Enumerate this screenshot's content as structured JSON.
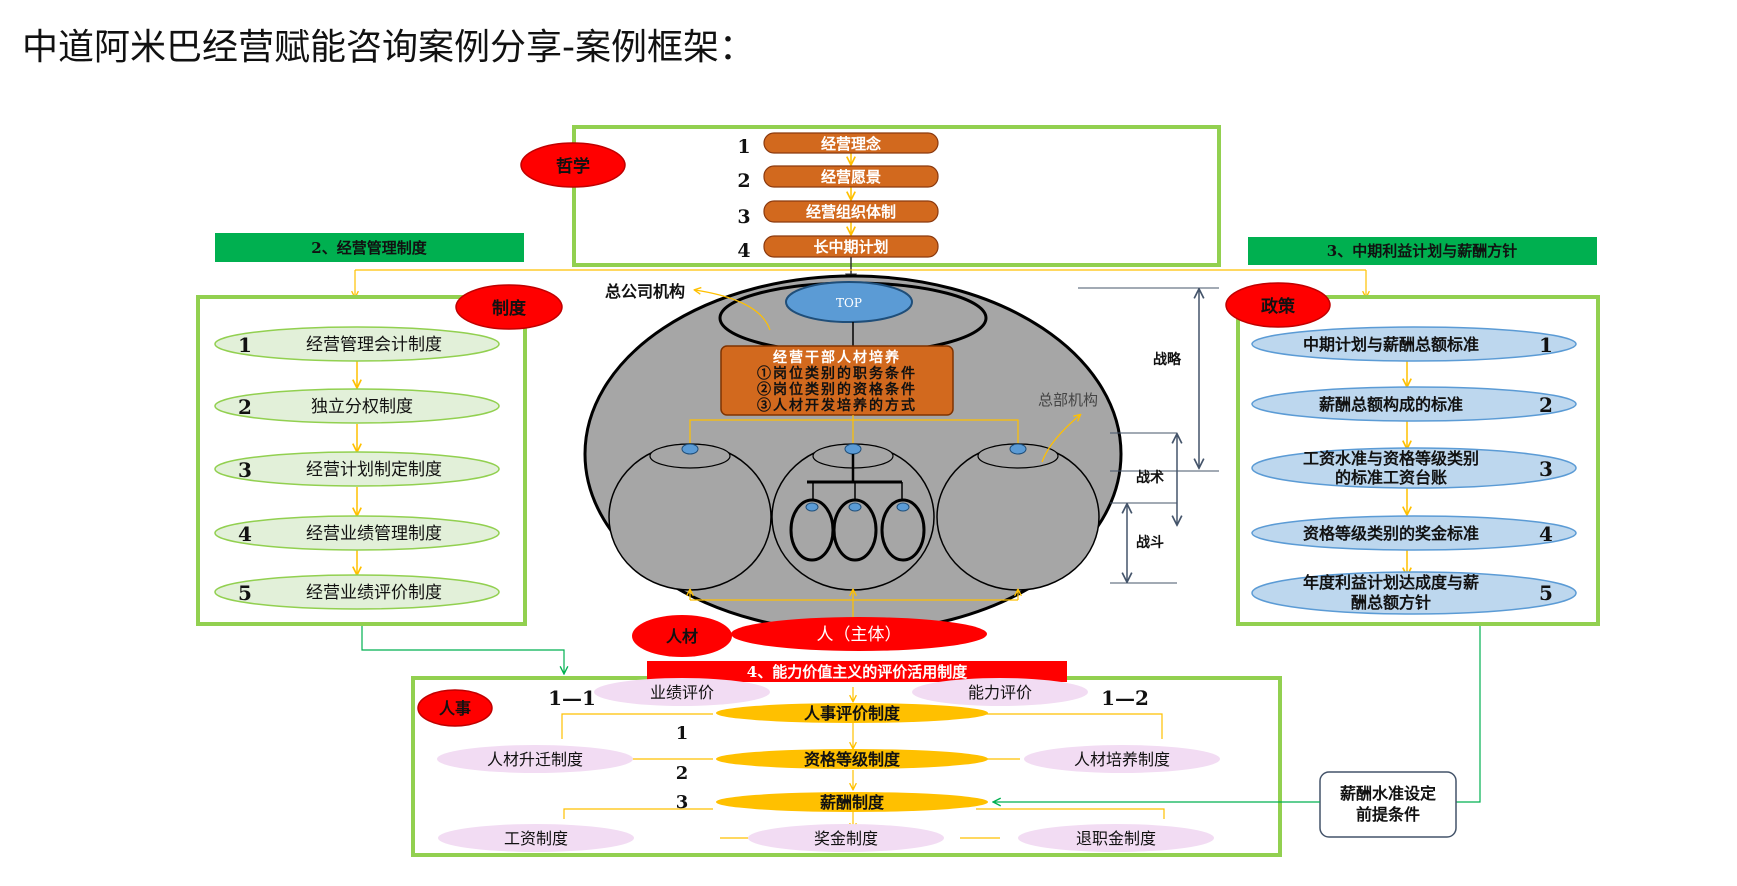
{
  "title": "中道阿米巴经营赋能咨询案例分享-案例框架：",
  "philosophy": {
    "tag": "哲学",
    "items": [
      {
        "num": "1",
        "label": "经营理念"
      },
      {
        "num": "2",
        "label": "经营愿景"
      },
      {
        "num": "3",
        "label": "经营组织体制"
      },
      {
        "num": "4",
        "label": "长中期计划"
      }
    ]
  },
  "system": {
    "header": "2、经营管理制度",
    "tag": "制度",
    "items": [
      {
        "num": "1",
        "label": "经营管理会计制度"
      },
      {
        "num": "2",
        "label": "独立分权制度"
      },
      {
        "num": "3",
        "label": "经营计划制定制度"
      },
      {
        "num": "4",
        "label": "经营业绩管理制度"
      },
      {
        "num": "5",
        "label": "经营业绩评价制度"
      }
    ]
  },
  "policy": {
    "header": "3、中期利益计划与薪酬方针",
    "tag": "政策",
    "items": [
      {
        "num": "1",
        "line1": "中期计划与薪酬总额标准",
        "line2": ""
      },
      {
        "num": "2",
        "line1": "薪酬总额构成的标准",
        "line2": ""
      },
      {
        "num": "3",
        "line1": "工资水准与资格等级类别",
        "line2": "的标准工资台账"
      },
      {
        "num": "4",
        "line1": "资格等级类别的奖金标准",
        "line2": ""
      },
      {
        "num": "5",
        "line1": "年度利益计划达成度与薪",
        "line2": "酬总额方针"
      }
    ]
  },
  "org": {
    "hq_label": "总公司机构",
    "top": "TOP",
    "dept_label": "总部机构",
    "training": [
      "经营干部人材培养",
      "①岗位类别的职务条件",
      "②岗位类别的资格条件",
      "③人材开发培养的方式"
    ],
    "levels": [
      "战略",
      "战术",
      "战斗"
    ],
    "talent_tag": "人材",
    "subject": "人（主体）"
  },
  "hr": {
    "header": "4、能力价值主义的评价活用制度",
    "tag": "人事",
    "left_num": "1—1",
    "right_num": "1—2",
    "perf_eval": "业绩评价",
    "ability_eval": "能力评价",
    "center": [
      "人事评价制度",
      "资格等级制度",
      "薪酬制度"
    ],
    "center_nums": [
      "1",
      "2",
      "3"
    ],
    "promo": "人材升迁制度",
    "cultivate": "人材培养制度",
    "wage": "工资制度",
    "bonus": "奖金制度",
    "pension": "退职金制度",
    "note_line1": "薪酬水准设定",
    "note_line2": "前提条件"
  },
  "colors": {
    "frame_green": "#92d050",
    "header_green": "#00b050",
    "orange_box": "#d2691e",
    "red_tag": "#ff0000",
    "yellow": "#ffc000",
    "light_green": "#e2f0d9",
    "light_blue": "#bdd7ee",
    "pink": "#f2dcf3",
    "gray": "#a6a6a6",
    "top_blue": "#5b9bd5"
  }
}
